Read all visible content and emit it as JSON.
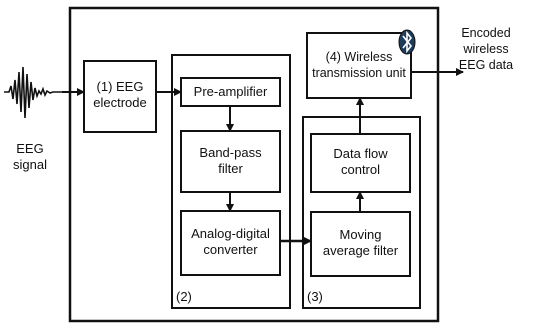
{
  "input": {
    "label": "EEG\nsignal"
  },
  "output": {
    "label": "Encoded wireless\nEEG data"
  },
  "blocks": {
    "electrode": "(1) EEG\nelectrode",
    "pre_amplifier": "Pre-amplifier",
    "band_pass": "Band-pass\nfilter",
    "adc": "Analog-digital\nconverter",
    "moving_average": "Moving\naverage filter",
    "data_flow": "Data flow\ncontrol",
    "wireless": "(4) Wireless\ntransmission unit"
  },
  "groups": {
    "group2": "(2)",
    "group3": "(3)"
  },
  "icons": {
    "wireless_symbol": "bluetooth-icon",
    "input_waveform": "eeg-waveform-icon"
  },
  "colors": {
    "stroke": "#111111",
    "background": "#ffffff",
    "icon_fill": "#1f3b5a"
  }
}
